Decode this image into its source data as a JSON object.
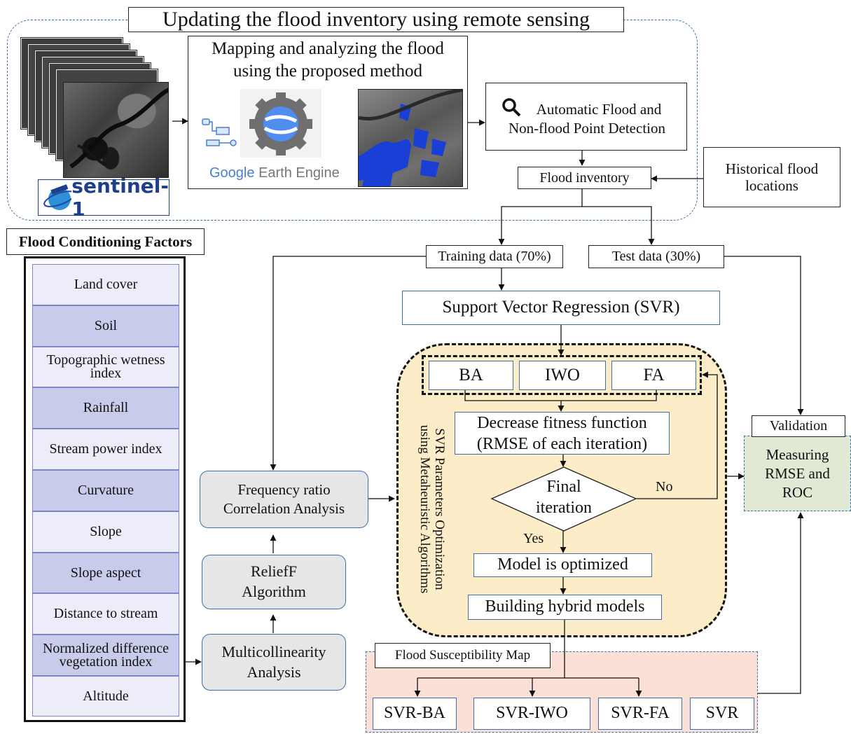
{
  "colors": {
    "optimization_bg": "#fcecc8",
    "map_bg": "#fbe0d7",
    "validation_bg": "#dfe9d4",
    "process_box_bg": "#e6e6e6",
    "factor_light": "#ecedf8",
    "factor_dark": "#c8cbe9",
    "factor_border": "#7d86c4",
    "accent_blue": "#3f6fa8",
    "flood_blue": "#1a3fd6"
  },
  "title": "Updating the flood inventory using remote sensing",
  "mapping": {
    "line1": "Mapping and analyzing the flood",
    "line2": "using the proposed method"
  },
  "gee": {
    "google": "Google",
    "earth_engine": "Earth Engine"
  },
  "sentinel_label": "sentinel-1",
  "detection": {
    "line1": "Automatic Flood and",
    "line2": "Non-flood Point Detection"
  },
  "inventory": "Flood inventory",
  "historical": {
    "line1": "Historical flood",
    "line2": "locations"
  },
  "training": "Training data (70%)",
  "test": "Test data (30%)",
  "svr_main": "Support Vector Regression (SVR)",
  "algorithms": {
    "ba": "BA",
    "iwo": "IWO",
    "fa": "FA"
  },
  "optimization_label": {
    "line1": "SVR Parameters Optimization",
    "line2": "using Metaheuristic Algorithms"
  },
  "fitness": {
    "line1": "Decrease fitness function",
    "line2": "(RMSE of each iteration)"
  },
  "decision": {
    "line1": "Final",
    "line2": "iteration"
  },
  "no_label": "No",
  "yes_label": "Yes",
  "optimized": "Model is optimized",
  "hybrid": "Building hybrid models",
  "validation": {
    "title": "Validation",
    "line1": "Measuring",
    "line2": "RMSE and",
    "line3": "ROC"
  },
  "fcf_title": "Flood Conditioning Factors",
  "factors": [
    "Land cover",
    "Soil",
    "Topographic wetness index",
    "Rainfall",
    "Stream power index",
    "Curvature",
    "Slope",
    "Slope aspect",
    "Distance to stream",
    "Normalized difference vegetation index",
    "Altitude"
  ],
  "frequency": {
    "line1": "Frequency ratio",
    "line2": "Correlation Analysis"
  },
  "relief": {
    "line1": "ReliefF",
    "line2": "Algorithm"
  },
  "multicollinearity": {
    "line1": "Multicollinearity",
    "line2": "Analysis"
  },
  "map_title": "Flood Susceptibility Map",
  "outputs": {
    "svr_ba": "SVR-BA",
    "svr_iwo": "SVR-IWO",
    "svr_fa": "SVR-FA",
    "svr": "SVR"
  }
}
